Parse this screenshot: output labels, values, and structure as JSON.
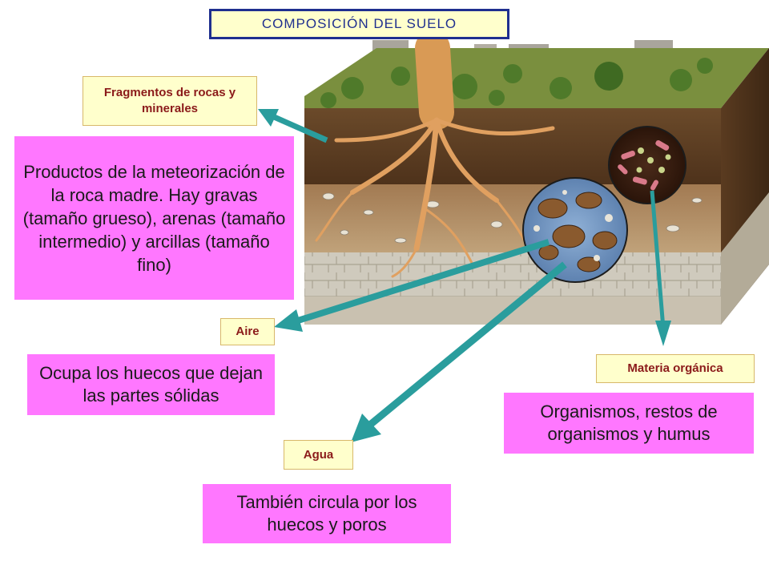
{
  "title": "COMPOSICIÓN DEL SUELO",
  "labels": {
    "fragmentos": "Fragmentos de rocas y minerales",
    "aire": "Aire",
    "agua": "Agua",
    "materia": "Materia orgánica"
  },
  "descriptions": {
    "fragmentos": "Productos de la meteorización de la roca madre. Hay gravas (tamaño grueso), arenas (tamaño intermedio) y arcillas (tamaño fino)",
    "aire": "Ocupa los huecos que dejan las partes sólidas",
    "agua": "También circula por los huecos y poros",
    "materia": "Organismos, restos de organismos y humus"
  },
  "colors": {
    "arrow": "#2a9d9d",
    "label_bg": "#ffffcc",
    "label_text": "#8b1a1a",
    "desc_bg": "#ff77ff",
    "title_border": "#1f2f8f"
  }
}
